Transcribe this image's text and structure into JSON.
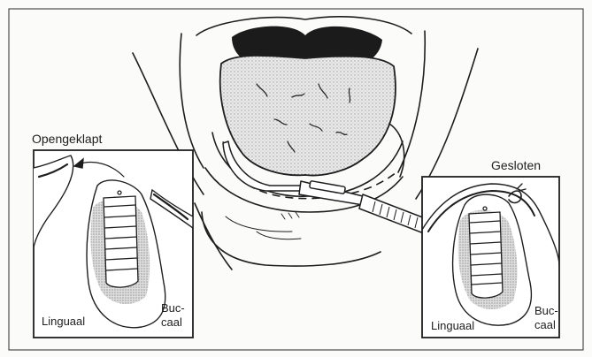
{
  "labels": {
    "left_panel_title": "Opengeklapt",
    "right_panel_title": "Gesloten",
    "left_lingual": "Linguaal",
    "left_buccal_line1": "Buc-",
    "left_buccal_line2": "caal",
    "right_lingual": "Linguaal",
    "right_buccal_line1": "Buc-",
    "right_buccal_line2": "caal"
  },
  "colors": {
    "ink": "#1e1e1e",
    "mucosa_shading": "#c8c8c8",
    "tongue_fill": "#e4e4e4",
    "panel_fill": "#ffffff",
    "background": "#fbfbfa"
  }
}
